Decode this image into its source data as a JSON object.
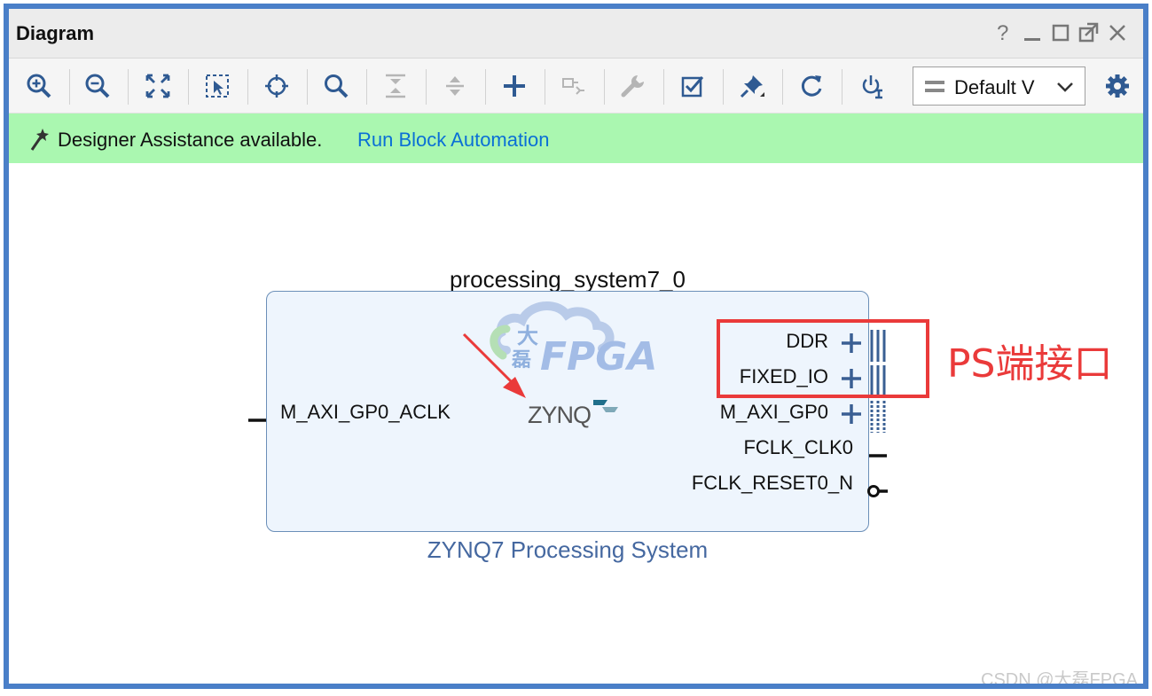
{
  "window": {
    "title": "Diagram",
    "controls": [
      "help-icon",
      "minimize-icon",
      "maximize-icon",
      "restore-icon",
      "close-icon"
    ]
  },
  "toolbar": {
    "tools": [
      "zoom-in-icon",
      "zoom-out-icon",
      "zoom-fit-icon",
      "zoom-selection-icon",
      "center-icon",
      "search-icon",
      "collapse-all-icon",
      "expand-all-icon",
      "add-ip-icon",
      "make-external-icon",
      "properties-wrench-icon",
      "validate-design-icon",
      "pin-icon",
      "regenerate-layout-icon",
      "optimize-routing-icon",
      "settings-gear-icon"
    ],
    "view_select": {
      "selected": "Default V"
    }
  },
  "banner": {
    "message": "Designer Assistance available.",
    "link": "Run Block Automation"
  },
  "block": {
    "instance_name": "processing_system7_0",
    "type_label": "ZYNQ7 Processing System",
    "logo_text": "ZYNQ",
    "watermark_logo": {
      "top": "大",
      "bottom": "磊",
      "text": "FPGA"
    },
    "left_ports": [
      {
        "name": "M_AXI_GP0_ACLK"
      }
    ],
    "right_ports": [
      {
        "name": "DDR",
        "kind": "interface"
      },
      {
        "name": "FIXED_IO",
        "kind": "interface"
      },
      {
        "name": "M_AXI_GP0",
        "kind": "axi"
      },
      {
        "name": "FCLK_CLK0",
        "kind": "clock"
      },
      {
        "name": "FCLK_RESET0_N",
        "kind": "reset"
      }
    ]
  },
  "annotation": {
    "label": "PS端接口",
    "color": "#ea3a3a"
  },
  "watermark": "CSDN @大磊FPGA",
  "colors": {
    "accent_border": "#4a7fc8",
    "banner_bg": "#aaf7b0",
    "link": "#0a6fd6",
    "port_blue": "#3a5f93"
  }
}
